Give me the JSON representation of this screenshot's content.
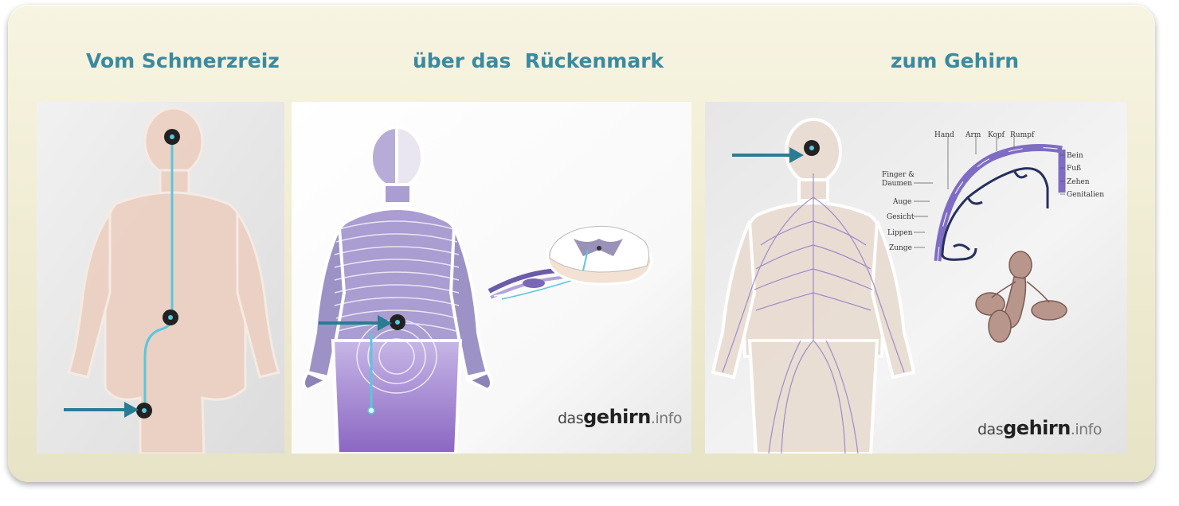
{
  "headings": {
    "stimulus": "Vom Schmerzreiz",
    "spinal_cord": "über das  Rückenmark",
    "brain": "zum Gehirn"
  },
  "watermark": {
    "prefix": "das",
    "middle": "gehirn",
    "suffix": ".info"
  },
  "homunculus_labels": {
    "top": [
      "Hand",
      "Arm",
      "Kopf",
      "Rumpf"
    ],
    "right": [
      "Bein",
      "Fuß",
      "Zehen",
      "Genitalien"
    ],
    "left": [
      "Finger &",
      "Daumen",
      "Auge",
      "Gesicht",
      "Lippen",
      "Zunge"
    ]
  },
  "colors": {
    "heading": "#3a8aa0",
    "arrow": "#2a7c93",
    "pathway": "#5bc6dc",
    "nerve": "#8b76c8",
    "dermatome": "#8d7fc0"
  }
}
